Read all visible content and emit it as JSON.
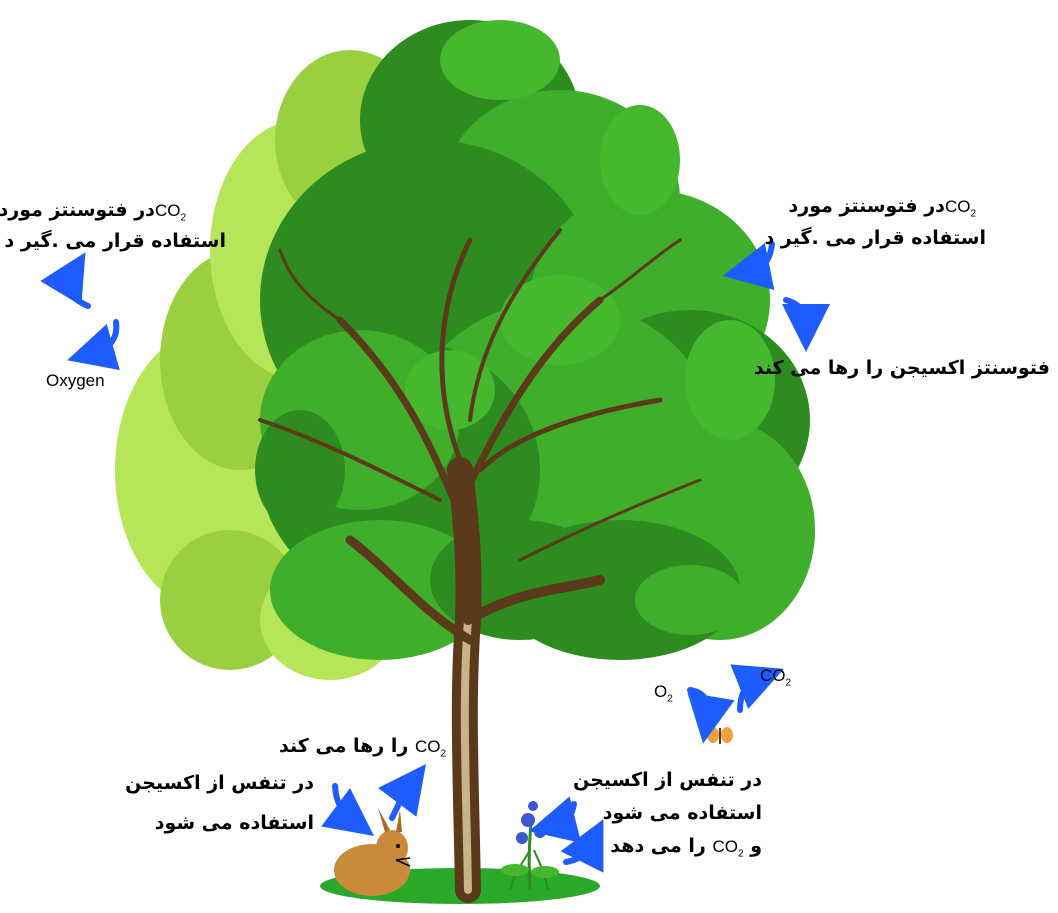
{
  "labels": {
    "top_left_line1": "در فتوسنتز مورد",
    "top_left_line2": "استفاده قرار می .گیر د",
    "top_left_co2": "CO",
    "top_left_co2_sub": "2",
    "oxygen": "Oxygen",
    "top_right_line1": "در فتوسنتز مورد",
    "top_right_line2": "استفاده قرار می .گیر د",
    "top_right_co2": "CO",
    "top_right_co2_sub": "2",
    "right_mid": "فتوسنتز اکسیجن را رها می کند",
    "insect_o2": "O",
    "insect_o2_sub": "2",
    "insect_co2": "CO",
    "insect_co2_sub": "2",
    "rabbit_top": "را رها می کند",
    "rabbit_co2": "CO",
    "rabbit_co2_sub": "2",
    "rabbit_line1": "در تنفس از اکسیجن",
    "rabbit_line2": "استفاده می شود",
    "plant_line1": "در تنفس از اکسیجن",
    "plant_line2": "استفاده می شود",
    "plant_line3_a": "و",
    "plant_co2": "CO",
    "plant_co2_sub": "2",
    "plant_line3_b": "را می دهد"
  },
  "colors": {
    "arrow": "#1f5cff",
    "leaf_dark": "#2e8b1f",
    "leaf_mid": "#3fae2a",
    "leaf_light": "#b7e55a",
    "trunk": "#5a3a1a",
    "ground": "#29a82a"
  }
}
